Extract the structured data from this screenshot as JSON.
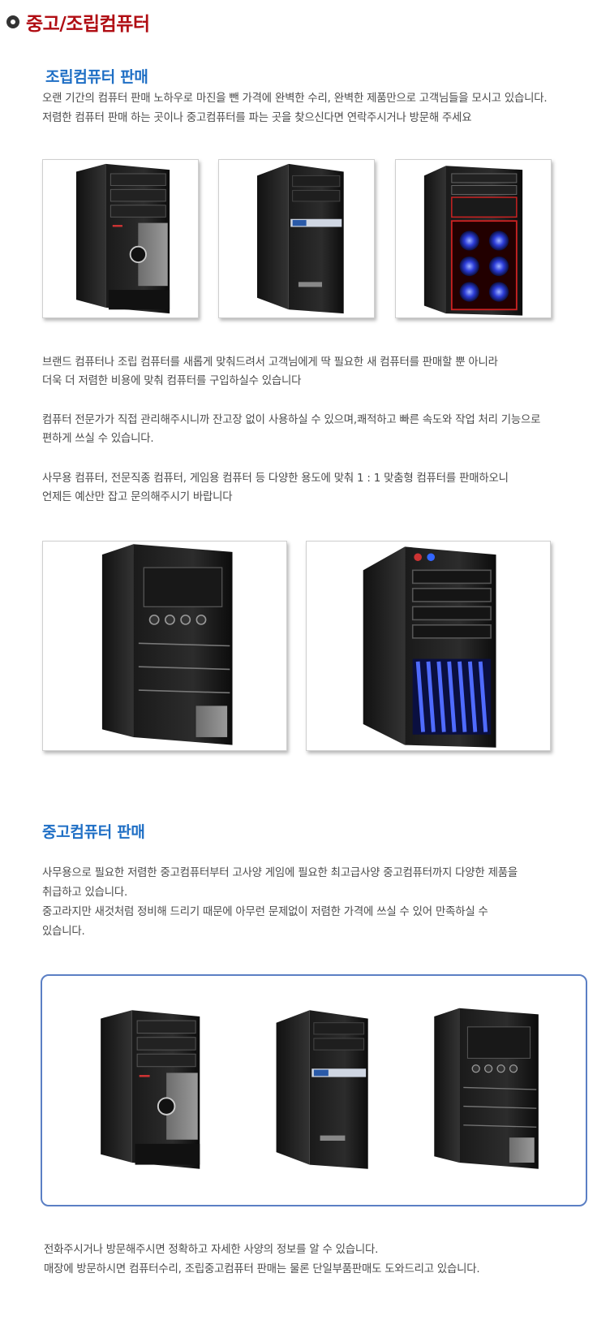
{
  "header": {
    "title": "중고/조립컴퓨터",
    "icon": "bullet-circle-icon"
  },
  "assembled": {
    "title": "조립컴퓨터 판매",
    "intro": [
      "오랜 기간의 컴퓨터 판매 노하우로 마진을 뺀 가격에 완벽한 수리, 완벽한 제품만으로 고객님들을 모시고 있습니다.",
      "저렴한 컴퓨터 판매 하는 곳이나 중고컴퓨터를 파는 곳을 찾으신다면 연락주시거나 방문해 주세요"
    ],
    "body": [
      "브랜드 컴퓨터나 조립 컴퓨터를 새롭게 맞춰드려서 고객님에게 딱 필요한 새 컴퓨터를 판매할 뿐 아니라",
      "더욱 더  저렴한 비용에 맞춰 컴퓨터를 구입하실수 있습니다",
      "컴퓨터 전문가가 직접 관리해주시니까 잔고장 없이 사용하실 수 있으며,쾌적하고 빠른 속도와 작업 처리 기능으로",
      "편하게 쓰실 수 있습니다.",
      "사무용 컴퓨터, 전문직종 컴퓨터, 게임용 컴퓨터 등  다양한 용도에 맞춰 1 : 1 맞춤형 컴퓨터를 판매하오니",
      "언제든 예산만 잡고 문의해주시기 바랍니다"
    ]
  },
  "used": {
    "title": "중고컴퓨터 판매",
    "body": [
      "사무용으로 필요한 저렴한 중고컴퓨터부터 고사양 게임에 필요한 최고급사양 중고컴퓨터까지 다양한 제품을",
      "취급하고 있습니다.",
      "중고라지만 새것처럼 정비해 드리기 때문에 아무런 문제없이 저렴한 가격에 쓰실 수 있어 만족하실 수",
      "있습니다."
    ]
  },
  "footer": [
    "전화주시거나 방문해주시면 정확하고 자세한 사양의 정보를 알 수 있습니다.",
    "매장에 방문하시면 컴퓨터수리, 조립중고컴퓨터 판매는 물론 단일부품판매도 도와드리고 있습니다."
  ],
  "colors": {
    "title_red": "#b00d13",
    "section_blue": "#1f6fc5",
    "gallery_border": "#5b7fc4"
  }
}
